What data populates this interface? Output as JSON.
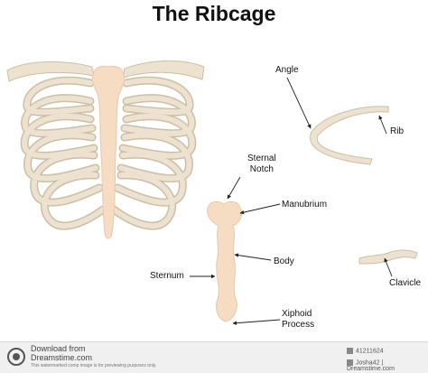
{
  "title": "The Ribcage",
  "labels": {
    "angle": "Angle",
    "rib": "Rib",
    "sternal_notch": "Sternal\nNotch",
    "manubrium": "Manubrium",
    "body": "Body",
    "sternum": "Sternum",
    "clavicle": "Clavicle",
    "xiphoid_process": "Xiphoid\nProcess"
  },
  "colors": {
    "bone_fill": "#ede2cf",
    "bone_stroke": "#cbbfa6",
    "sternum_fill": "#f5dcc2",
    "label_text": "#111111",
    "pointer_line": "#222222"
  },
  "footer": {
    "download_from": "Download from",
    "site": "Dreamstime.com",
    "fine_print": "This watermarked comp image is for previewing purposes only.",
    "image_id": "41211624",
    "credit": "Josha42 | Dreamstime.com"
  }
}
